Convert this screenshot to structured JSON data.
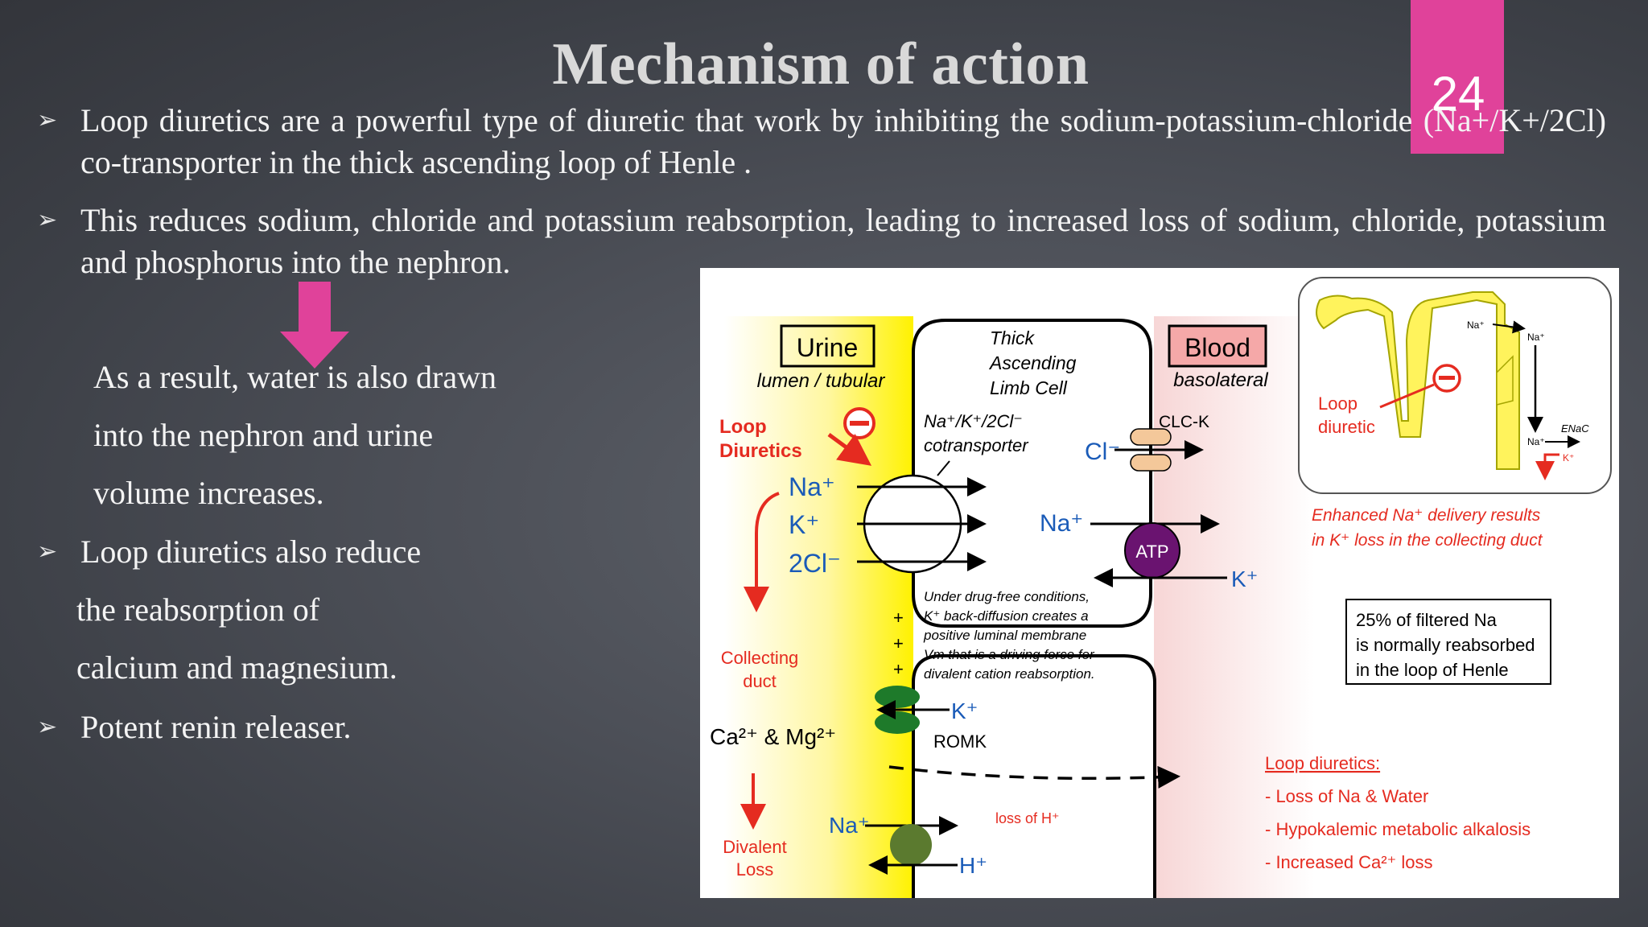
{
  "slide": {
    "title": "Mechanism of action",
    "page_number": "24",
    "bullets": [
      "Loop diuretics are a powerful type of diuretic that work by inhibiting the sodium-potassium-chloride (Na+/K+/2Cl) co-transporter in the thick ascending loop of Henle .",
      "This reduces sodium, chloride and potassium reabsorption, leading to increased loss of sodium, chloride, potassium and phosphorus into the nephron."
    ],
    "result_lines": [
      "As a result, water is also drawn",
      "into the nephron and urine",
      "volume increases."
    ],
    "bullet3_lines": [
      "Loop diuretics also reduce",
      "the reabsorption of",
      "calcium and magnesium."
    ],
    "bullet4": "Potent renin releaser.",
    "accent_color": "#e0429a"
  },
  "figure": {
    "urine_box": "Urine",
    "urine_sub": "lumen / tubular",
    "cell_title": [
      "Thick",
      "Ascending",
      "Limb Cell"
    ],
    "blood_box": "Blood",
    "blood_sub": "basolateral",
    "loop_diuretics_label": [
      "Loop",
      "Diuretics"
    ],
    "cotransporter_label": [
      "Na⁺/K⁺/2Cl⁻",
      "cotransporter"
    ],
    "clck_label": "CLC-K",
    "ion_na": "Na⁺",
    "ion_k": "K⁺",
    "ion_2cl": "2Cl⁻",
    "ion_cl": "Cl⁻",
    "ion_na_right": "Na⁺",
    "atp_label": "ATP",
    "ion_k_right": "K⁺",
    "plus_signs": [
      "+",
      "+",
      "+"
    ],
    "drug_free_note": [
      "Under drug-free conditions,",
      "K⁺ back-diffusion creates a",
      "positive luminal membrane",
      "Vm that is a driving force for",
      "divalent cation reabsorption."
    ],
    "collecting_duct": [
      "Collecting",
      "duct"
    ],
    "romk_k": "K⁺",
    "romk_label": "ROMK",
    "ca_mg": "Ca²⁺ & Mg²⁺",
    "na_lower": "Na⁺",
    "h_lower": "H⁺",
    "loss_of_h": "loss of H⁺",
    "divalent_loss": [
      "Divalent",
      "Loss"
    ],
    "inset_loop_diuretic": [
      "Loop",
      "diuretic"
    ],
    "inset_na1": "Na⁺",
    "inset_na2": "Na⁺",
    "inset_na3": "Na⁺",
    "inset_enac": "ENaC",
    "inset_k": "K⁺",
    "enhanced_note": [
      "Enhanced Na⁺ delivery results",
      "in K⁺ loss in the collecting duct"
    ],
    "filtered_box": [
      "25% of filtered Na",
      "is normally reabsorbed",
      "in the loop of Henle"
    ],
    "summary_title": "Loop diuretics:",
    "summary_items": [
      "- Loss of Na & Water",
      "- Hypokalemic metabolic alkalosis",
      "- Increased Ca²⁺ loss"
    ],
    "colors": {
      "yellow": "#fff200",
      "red": "#e52b20",
      "blue": "#1a5bb8",
      "purple": "#6a1370",
      "green": "#1e7a2a",
      "peach": "#f4c89a",
      "pink_blood": "#f5b8b8"
    }
  }
}
